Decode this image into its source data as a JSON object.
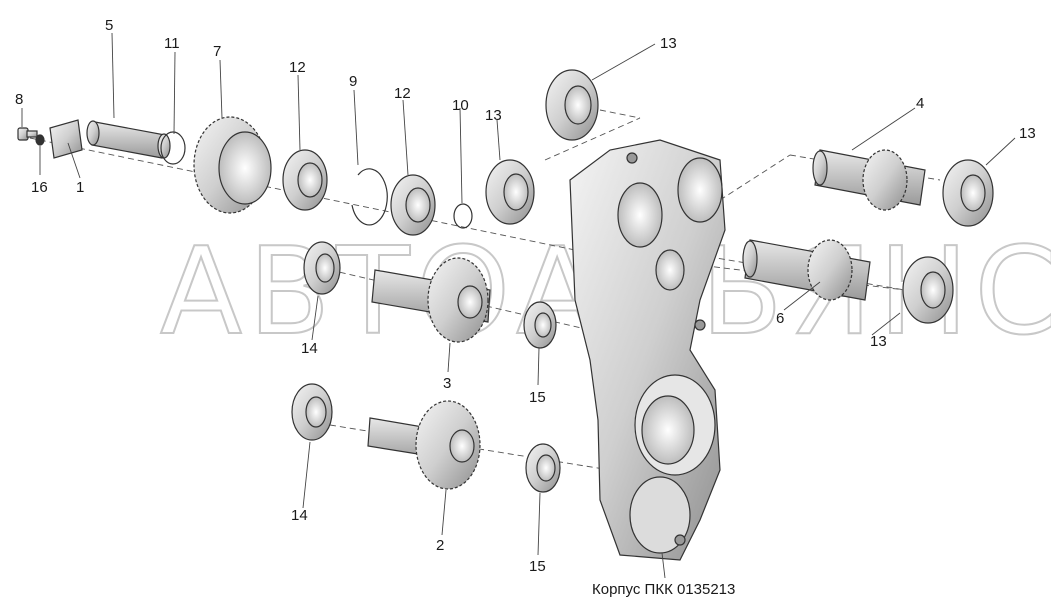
{
  "watermark": "АВТОАЛЬЯНС",
  "caption": "Корпус ПКК 0135213",
  "labels": {
    "l5": "5",
    "l11": "11",
    "l7": "7",
    "l12a": "12",
    "l9": "9",
    "l12b": "12",
    "l10": "10",
    "l13a": "13",
    "l13b": "13",
    "l8": "8",
    "l16": "16",
    "l1": "1",
    "l4": "4",
    "l13c": "13",
    "l13d": "13",
    "l6": "6",
    "l14a": "14",
    "l3": "3",
    "l15a": "15",
    "l14b": "14",
    "l2": "2",
    "l15b": "15"
  }
}
